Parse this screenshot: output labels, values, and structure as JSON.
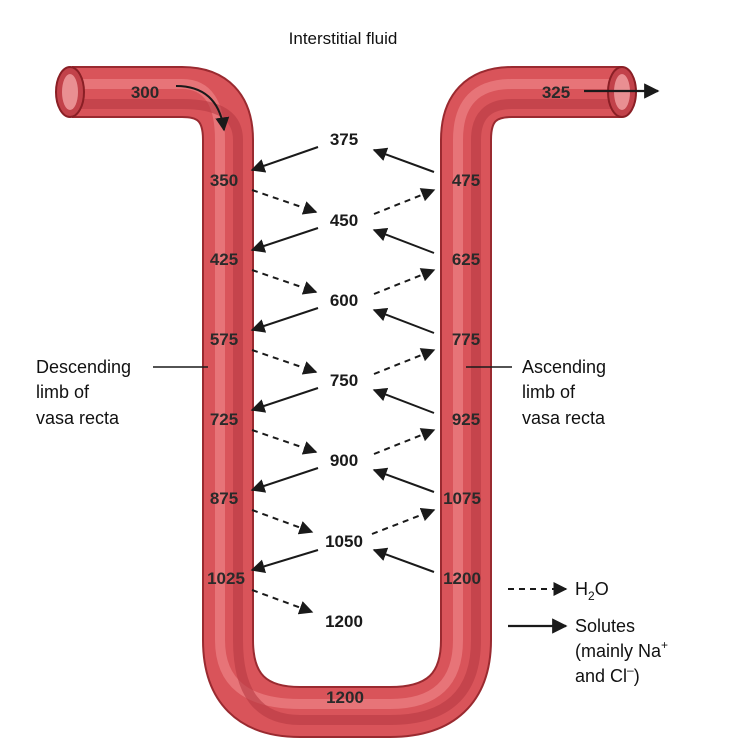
{
  "title": "Interstitial fluid",
  "inflow_value": "300",
  "outflow_value": "325",
  "bottom_value": "1200",
  "descending": {
    "values": [
      "350",
      "425",
      "575",
      "725",
      "875",
      "1025"
    ],
    "label": [
      "Descending",
      "limb of",
      "vasa recta"
    ]
  },
  "ascending": {
    "values": [
      "475",
      "625",
      "775",
      "925",
      "1075",
      "1200"
    ],
    "label": [
      "Ascending",
      "limb of",
      "vasa recta"
    ]
  },
  "interstitial_values": [
    "375",
    "450",
    "600",
    "750",
    "900",
    "1050",
    "1200"
  ],
  "legend": {
    "water": {
      "text": "H",
      "sub": "2",
      "tail": "O"
    },
    "solutes": [
      "Solutes",
      "(mainly Na",
      "and Cl",
      ")"
    ],
    "solutes_sup_na": "+",
    "solutes_sup_cl": "–"
  },
  "colors": {
    "vessel_fill": "#d9545a",
    "vessel_dark": "#a8282e",
    "vessel_light": "#f08a8a",
    "arrow": "#1a1a1a"
  }
}
